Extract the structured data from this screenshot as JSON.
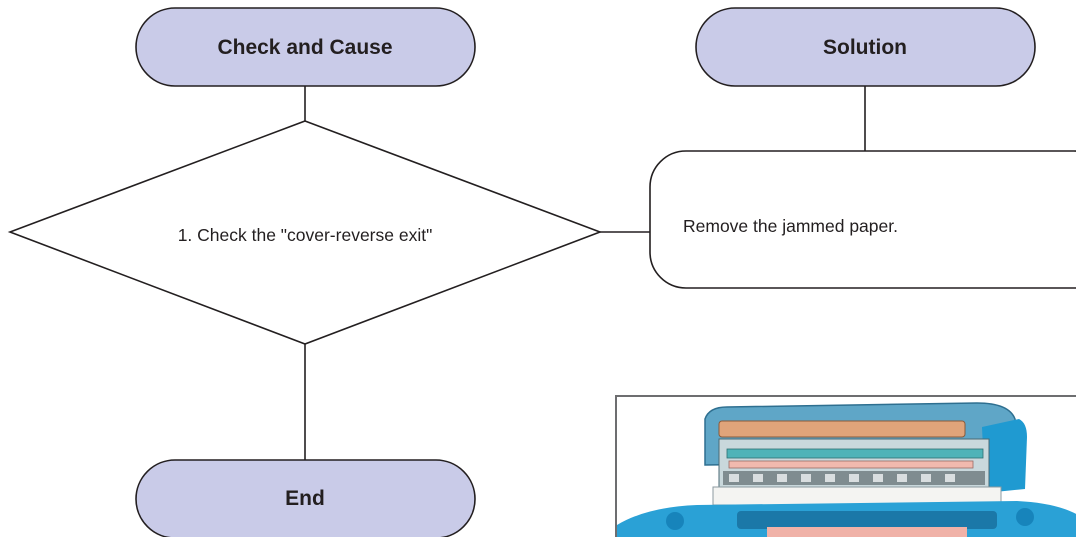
{
  "nodes": {
    "check_and_cause": "Check and Cause",
    "solution": "Solution",
    "decision": "1. Check the \"cover-reverse exit\"",
    "action": "Remove the jammed paper.",
    "end": "End"
  },
  "colors": {
    "terminator_fill": "#c9cbe8",
    "stroke": "#231f20",
    "photo_frame": "#6d6e70"
  },
  "illustration": {
    "subject": "printer-cutaway-photo"
  }
}
